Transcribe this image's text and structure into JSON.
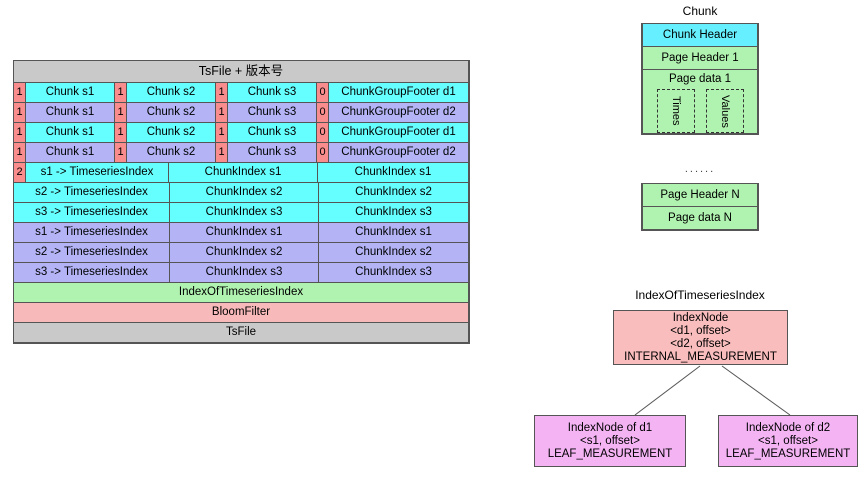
{
  "tsfile_table": {
    "title": "TsFile + 版本号",
    "chunk_rows": [
      {
        "markers": [
          "1",
          "1",
          "1",
          "0"
        ],
        "chunks": [
          "Chunk s1",
          "Chunk s2",
          "Chunk s3"
        ],
        "footer": "ChunkGroupFooter d1",
        "color": "cyan"
      },
      {
        "markers": [
          "1",
          "1",
          "1",
          "0"
        ],
        "chunks": [
          "Chunk s1",
          "Chunk s2",
          "Chunk s3"
        ],
        "footer": "ChunkGroupFooter d2",
        "color": "purple"
      },
      {
        "markers": [
          "1",
          "1",
          "1",
          "0"
        ],
        "chunks": [
          "Chunk s1",
          "Chunk s2",
          "Chunk s3"
        ],
        "footer": "ChunkGroupFooter d1",
        "color": "cyan"
      },
      {
        "markers": [
          "1",
          "1",
          "1",
          "0"
        ],
        "chunks": [
          "Chunk s1",
          "Chunk s2",
          "Chunk s3"
        ],
        "footer": "ChunkGroupFooter d2",
        "color": "purple"
      }
    ],
    "index_rows": [
      {
        "marker": "2",
        "timeseries": "s1 -> TimeseriesIndex",
        "chunkindex_a": "ChunkIndex s1",
        "chunkindex_b": "ChunkIndex s1",
        "color": "cyan"
      },
      {
        "marker": "",
        "timeseries": "s2 -> TimeseriesIndex",
        "chunkindex_a": "ChunkIndex s2",
        "chunkindex_b": "ChunkIndex s2",
        "color": "cyan"
      },
      {
        "marker": "",
        "timeseries": "s3 -> TimeseriesIndex",
        "chunkindex_a": "ChunkIndex s3",
        "chunkindex_b": "ChunkIndex s3",
        "color": "cyan"
      },
      {
        "marker": "",
        "timeseries": "s1 -> TimeseriesIndex",
        "chunkindex_a": "ChunkIndex s1",
        "chunkindex_b": "ChunkIndex s1",
        "color": "purple"
      },
      {
        "marker": "",
        "timeseries": "s2 -> TimeseriesIndex",
        "chunkindex_a": "ChunkIndex s2",
        "chunkindex_b": "ChunkIndex s2",
        "color": "purple"
      },
      {
        "marker": "",
        "timeseries": "s3 -> TimeseriesIndex",
        "chunkindex_a": "ChunkIndex s3",
        "chunkindex_b": "ChunkIndex s3",
        "color": "purple"
      }
    ],
    "footer_rows": [
      {
        "label": "IndexOfTimeseriesIndex",
        "color": "green"
      },
      {
        "label": "BloomFilter",
        "color": "pink"
      },
      {
        "label": "TsFile",
        "color": "gray"
      }
    ]
  },
  "chunk_diagram": {
    "title": "Chunk",
    "header": "Chunk Header",
    "page_header_1": "Page Header 1",
    "page_data_1": "Page data 1",
    "times_label": "Times",
    "values_label": "Values",
    "ellipsis": "......",
    "page_header_n": "Page Header N",
    "page_data_n": "Page data N"
  },
  "index_tree": {
    "title": "IndexOfTimeseriesIndex",
    "root": {
      "line1": "IndexNode",
      "line2": "<d1, offset>",
      "line3": "<d2, offset>",
      "line4": "INTERNAL_MEASUREMENT"
    },
    "leaf_d1": {
      "line1": "IndexNode of d1",
      "line2": "<s1, offset>",
      "line3": "LEAF_MEASUREMENT"
    },
    "leaf_d2": {
      "line1": "IndexNode of d2",
      "line2": "<s1, offset>",
      "line3": "LEAF_MEASUREMENT"
    }
  },
  "colors": {
    "cyan": "#66ffff",
    "purple": "#b3b3f5",
    "red_marker": "#f98d8d",
    "green": "#b0f2b0",
    "pink": "#f7b9b9",
    "gray": "#c9c9c9",
    "node_root": "#f9bdbd",
    "node_leaf": "#f4b4f4",
    "border": "#555555"
  }
}
